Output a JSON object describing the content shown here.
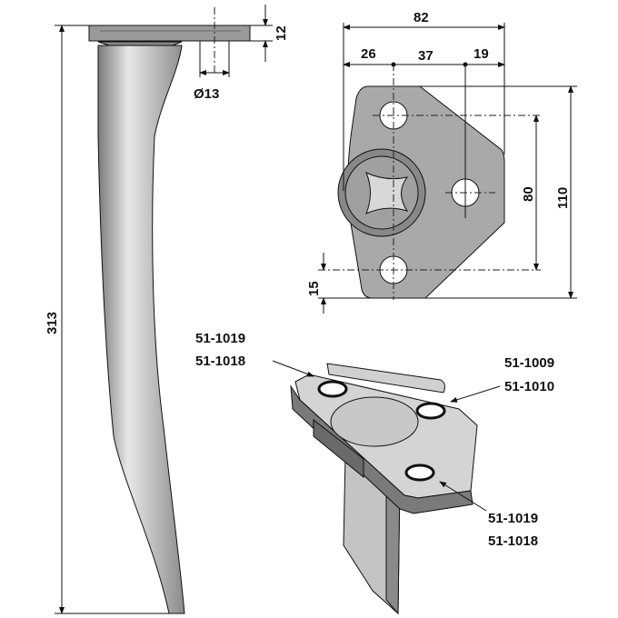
{
  "side_view": {
    "length_label": "313",
    "flange_thickness_label": "12",
    "hole_diameter_label": "Ø13"
  },
  "plate_view": {
    "width_label": "82",
    "offset_left_label": "26",
    "offset_mid_label": "37",
    "offset_right_label": "19",
    "hole_spacing_label": "80",
    "height_label": "110",
    "bottom_offset_label": "15"
  },
  "part_numbers": {
    "top_left": [
      "51-1019",
      "51-1018"
    ],
    "right": [
      "51-1009",
      "51-1010"
    ],
    "bottom_right": [
      "51-1019",
      "51-1018"
    ]
  },
  "colors": {
    "metal": "#a9a9a9",
    "metal_light": "#d4d4d4",
    "metal_dark": "#6e6e6e",
    "line": "#111111"
  }
}
